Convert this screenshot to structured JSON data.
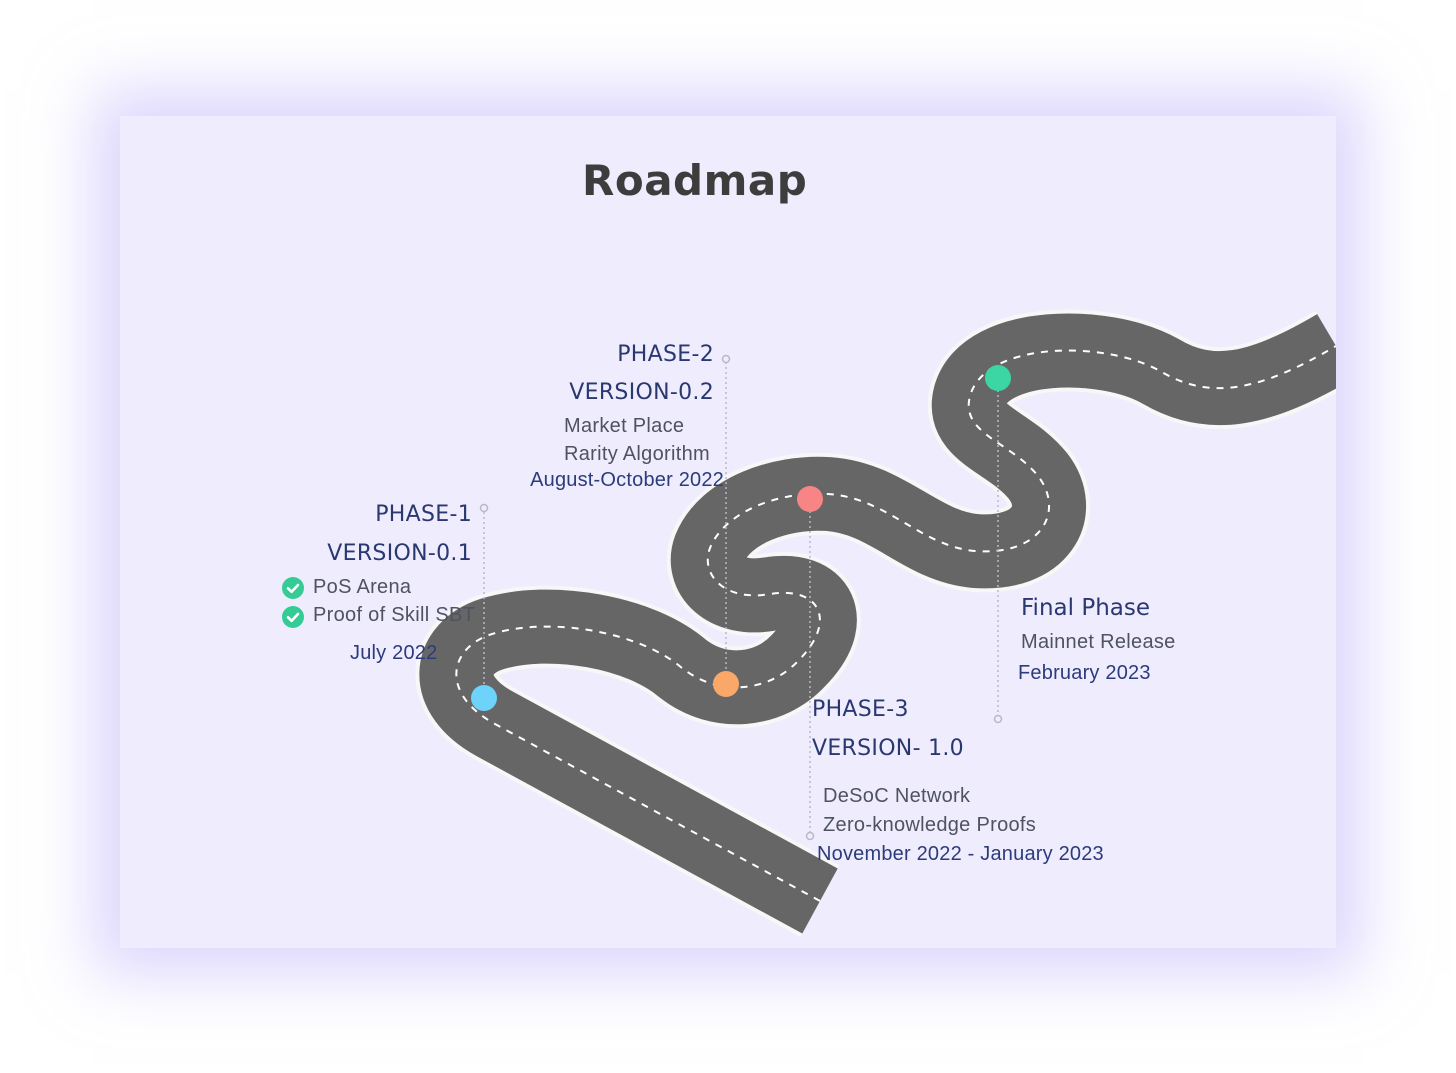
{
  "roadmap": {
    "title": "Roadmap",
    "colors": {
      "card_background": "#eeecfd",
      "road": "#666666",
      "road_edge": "#f7f7f7",
      "lane_marking": "#ffffff",
      "phase_text": "#2a3870",
      "check_badge": "#34cc94"
    },
    "phases": [
      {
        "phase": "PHASE-1",
        "version": "VERSION-0.1",
        "features": [
          "PoS Arena",
          "Proof of Skill SBT"
        ],
        "features_completed": [
          true,
          true
        ],
        "date": "July 2022",
        "marker_color": "#6dd3fb",
        "icon": "check-circle-icon"
      },
      {
        "phase": "PHASE-2",
        "version": "VERSION-0.2",
        "features": [
          "Market Place",
          "Rarity Algorithm"
        ],
        "date": "August-October 2022",
        "marker_color": "#f9a86a"
      },
      {
        "phase": "PHASE-3",
        "version": "VERSION- 1.0",
        "features": [
          "DeSoC Network",
          "Zero-knowledge Proofs"
        ],
        "date": "November 2022 - January 2023",
        "marker_color": "#f78585"
      },
      {
        "phase": "Final Phase",
        "features": [
          "Mainnet Release"
        ],
        "date": "February 2023",
        "marker_color": "#3bd6a4"
      }
    ]
  }
}
